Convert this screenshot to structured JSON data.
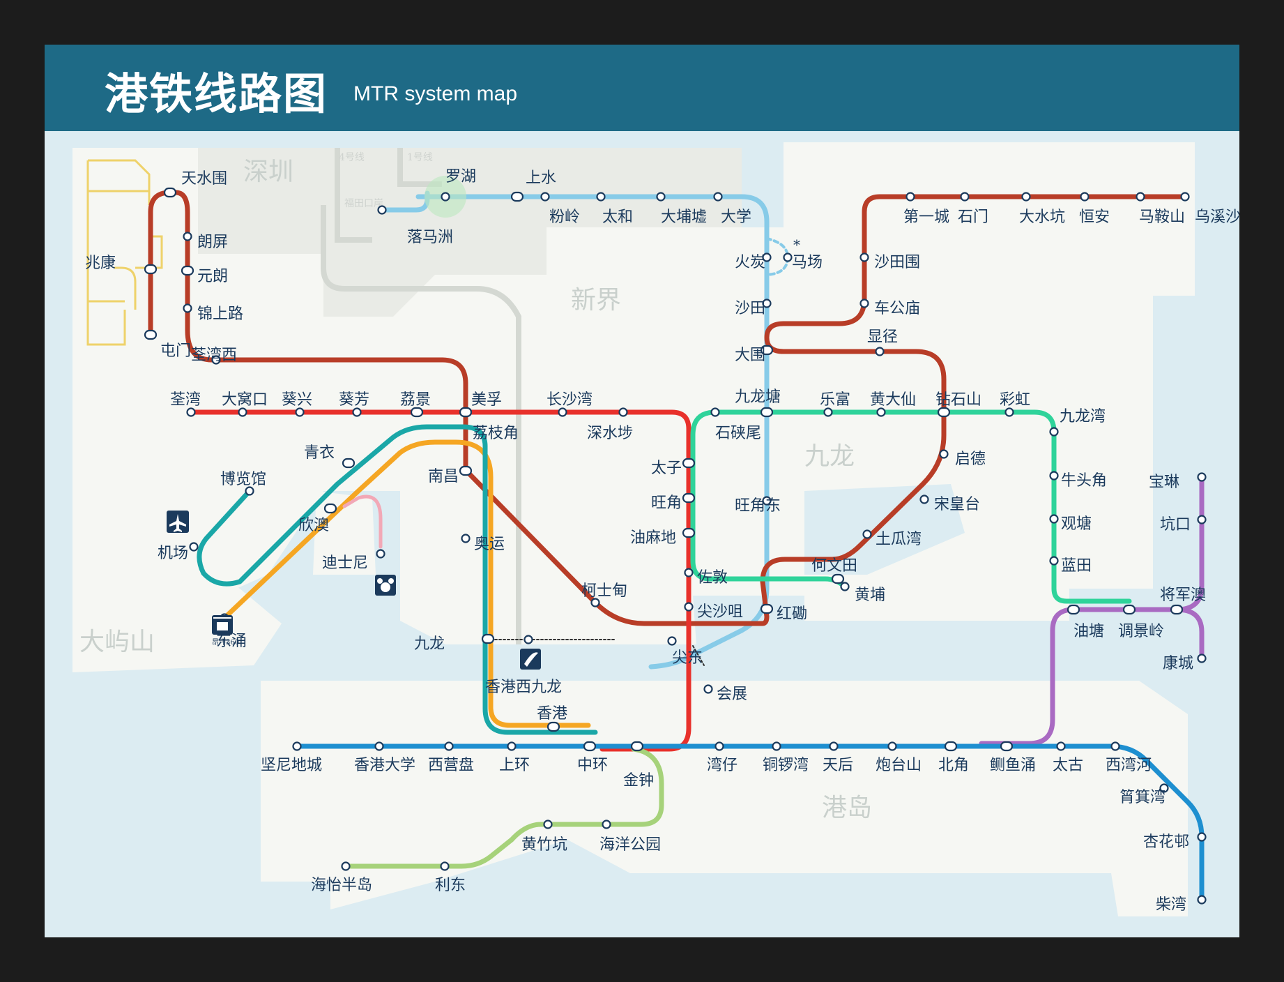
{
  "header": {
    "title_cn": "港铁线路图",
    "title_en": "MTR system map"
  },
  "regions": [
    "深圳",
    "新界",
    "九龙",
    "港岛",
    "大屿山"
  ],
  "sz_lines": [
    "4号线",
    "1号线",
    "福田口岸"
  ],
  "lines": {
    "east_rail": "#87cbe8",
    "tsuen_wan": "#e8312b",
    "west_rail": "#b83d27",
    "ma_on_shan": "#b83d27",
    "kwun_tong": "#2fd39a",
    "tseung_kwan_o": "#a96ac2",
    "island": "#1e8fd0",
    "tung_chung": "#f5a623",
    "airport": "#1aa7a7",
    "south_island": "#a6d27a",
    "disney": "#f2a8b6",
    "light_rail": "#eed26a"
  },
  "stations": [
    {
      "id": "luowu",
      "name": "罗湖"
    },
    {
      "id": "shangshui",
      "name": "上水"
    },
    {
      "id": "fenling",
      "name": "粉岭"
    },
    {
      "id": "taihe",
      "name": "太和"
    },
    {
      "id": "dapuxu",
      "name": "大埔墟"
    },
    {
      "id": "daxue",
      "name": "大学"
    },
    {
      "id": "luomazhou",
      "name": "落马洲"
    },
    {
      "id": "huotan",
      "name": "火炭"
    },
    {
      "id": "machang",
      "name": "马场"
    },
    {
      "id": "shatian",
      "name": "沙田"
    },
    {
      "id": "dawei",
      "name": "大围"
    },
    {
      "id": "jiulongtang",
      "name": "九龙塘"
    },
    {
      "id": "wangjiaodong",
      "name": "旺角东"
    },
    {
      "id": "hongkan",
      "name": "红磡"
    },
    {
      "id": "huizhan",
      "name": "会展"
    },
    {
      "id": "tianshuiwei",
      "name": "天水围"
    },
    {
      "id": "langping",
      "name": "朗屏"
    },
    {
      "id": "yuanlang",
      "name": "元朗"
    },
    {
      "id": "jinshanglu",
      "name": "锦上路"
    },
    {
      "id": "zhaokang",
      "name": "兆康"
    },
    {
      "id": "tunmen",
      "name": "屯门"
    },
    {
      "id": "quanwanxi",
      "name": "荃湾西"
    },
    {
      "id": "meifu",
      "name": "美孚"
    },
    {
      "id": "nanchang",
      "name": "南昌"
    },
    {
      "id": "aoyun",
      "name": "奥运"
    },
    {
      "id": "kesidian",
      "name": "柯士甸"
    },
    {
      "id": "jiandong",
      "name": "尖东"
    },
    {
      "id": "quanwan",
      "name": "荃湾"
    },
    {
      "id": "dawokou",
      "name": "大窝口"
    },
    {
      "id": "kuixing",
      "name": "葵兴"
    },
    {
      "id": "kuifang",
      "name": "葵芳"
    },
    {
      "id": "lijing",
      "name": "荔景"
    },
    {
      "id": "lizhijiao",
      "name": "荔枝角"
    },
    {
      "id": "changshawan",
      "name": "长沙湾"
    },
    {
      "id": "shenshuibu",
      "name": "深水埗"
    },
    {
      "id": "taizi",
      "name": "太子"
    },
    {
      "id": "wangjiao",
      "name": "旺角"
    },
    {
      "id": "youmadi",
      "name": "油麻地"
    },
    {
      "id": "zuodun",
      "name": "佐敦"
    },
    {
      "id": "jianshaju",
      "name": "尖沙咀"
    },
    {
      "id": "zhonghuan",
      "name": "中环"
    },
    {
      "id": "jinzhong",
      "name": "金钟"
    },
    {
      "id": "shixiawei",
      "name": "石硖尾"
    },
    {
      "id": "lefu",
      "name": "乐富"
    },
    {
      "id": "huangdaxian",
      "name": "黄大仙"
    },
    {
      "id": "zuanshishan",
      "name": "钻石山"
    },
    {
      "id": "caihong",
      "name": "彩虹"
    },
    {
      "id": "jiulongwan",
      "name": "九龙湾"
    },
    {
      "id": "niutoujiao",
      "name": "牛头角"
    },
    {
      "id": "guantang",
      "name": "观塘"
    },
    {
      "id": "lantian",
      "name": "蓝田"
    },
    {
      "id": "youtang",
      "name": "油塘"
    },
    {
      "id": "hewentian",
      "name": "何文田"
    },
    {
      "id": "huangpu",
      "name": "黄埔"
    },
    {
      "id": "tiaojingling",
      "name": "调景岭"
    },
    {
      "id": "jiangjunao",
      "name": "将军澳"
    },
    {
      "id": "baolin",
      "name": "宝琳"
    },
    {
      "id": "kengkou",
      "name": "坑口"
    },
    {
      "id": "kangcheng",
      "name": "康城"
    },
    {
      "id": "diyicheng",
      "name": "第一城"
    },
    {
      "id": "shimen",
      "name": "石门"
    },
    {
      "id": "dashuikeng",
      "name": "大水坑"
    },
    {
      "id": "hengan",
      "name": "恒安"
    },
    {
      "id": "maanshan",
      "name": "马鞍山"
    },
    {
      "id": "wuxisha",
      "name": "乌溪沙"
    },
    {
      "id": "shatianwei",
      "name": "沙田围"
    },
    {
      "id": "chegongmiao",
      "name": "车公庙"
    },
    {
      "id": "xianjing",
      "name": "显径"
    },
    {
      "id": "qide",
      "name": "启德"
    },
    {
      "id": "songhuangtai",
      "name": "宋皇台"
    },
    {
      "id": "tuguawan",
      "name": "土瓜湾"
    },
    {
      "id": "jiannidicheng",
      "name": "坚尼地城"
    },
    {
      "id": "xianggangdaxue",
      "name": "香港大学"
    },
    {
      "id": "xiyingpan",
      "name": "西营盘"
    },
    {
      "id": "shanghuan",
      "name": "上环"
    },
    {
      "id": "wanzai",
      "name": "湾仔"
    },
    {
      "id": "tongluowan",
      "name": "铜锣湾"
    },
    {
      "id": "tianhou",
      "name": "天后"
    },
    {
      "id": "paotaishan",
      "name": "炮台山"
    },
    {
      "id": "beijiao",
      "name": "北角"
    },
    {
      "id": "zeiyuchong",
      "name": "鲗鱼涌"
    },
    {
      "id": "taigu",
      "name": "太古"
    },
    {
      "id": "xiwanhe",
      "name": "西湾河"
    },
    {
      "id": "shaojiwan",
      "name": "筲箕湾"
    },
    {
      "id": "xinghuacun",
      "name": "杏花邨"
    },
    {
      "id": "chaiwan",
      "name": "柴湾"
    },
    {
      "id": "qingyi",
      "name": "青衣"
    },
    {
      "id": "bolanguan",
      "name": "博览馆"
    },
    {
      "id": "jichang",
      "name": "机场"
    },
    {
      "id": "donggang",
      "name": "东涌"
    },
    {
      "id": "xinao",
      "name": "欣澳"
    },
    {
      "id": "dishini",
      "name": "迪士尼"
    },
    {
      "id": "jiulong",
      "name": "九龙"
    },
    {
      "id": "xianggang",
      "name": "香港"
    },
    {
      "id": "xgxjl",
      "name": "香港西九龙"
    },
    {
      "id": "huangzhukeng",
      "name": "黄竹坑"
    },
    {
      "id": "haiyanggongyuan",
      "name": "海洋公园"
    },
    {
      "id": "lidong",
      "name": "利东"
    },
    {
      "id": "haiyibandao",
      "name": "海怡半岛"
    }
  ],
  "icons": {
    "airport": "airplane-icon",
    "rail": "high-speed-rail-icon",
    "disney": "mickey-icon",
    "cable": "cable-car-icon",
    "cable_label": "昂坪360"
  },
  "machang_note": "*"
}
